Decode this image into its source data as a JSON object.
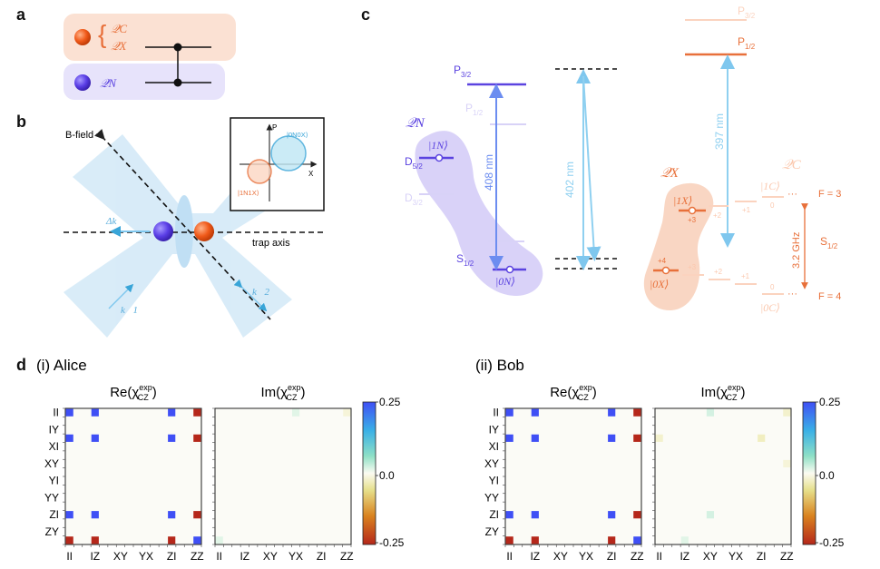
{
  "panels": {
    "a": "a",
    "b": "b",
    "c": "c",
    "d": "d"
  },
  "panel_a": {
    "qubit_c": "𝒬C",
    "qubit_x": "𝒬X",
    "qubit_n": "𝒬N"
  },
  "panel_b": {
    "bfield": "B-field",
    "trap_axis": "trap axis",
    "delta_k": "Δk⃗",
    "k1": "k⃗1",
    "k2": "k⃗2",
    "inset_p": "P",
    "inset_x": "X",
    "inset_state_top": "|0N0X⟩",
    "inset_state_bottom": "|1N1X⟩"
  },
  "panel_c": {
    "qn_label": "𝒬N",
    "qx_label": "𝒬X",
    "qc_label": "𝒬C",
    "P32": "P",
    "P32_sub": "3/2",
    "P12_left": "P",
    "P12_left_sub": "1/2",
    "D52": "D",
    "D52_sub": "5/2",
    "D32": "D",
    "D32_sub": "3/2",
    "S12_left": "S",
    "S12_left_sub": "1/2",
    "ket_1N": "|1N⟩",
    "ket_0N": "|0N⟩",
    "ket_1X": "|1X⟩",
    "ket_0X": "|0X⟩",
    "ket_1C": "|1C⟩",
    "ket_0C": "|0C⟩",
    "nm408": "408 nm",
    "nm402": "402 nm",
    "nm397": "397 nm",
    "P12_right": "P",
    "P12_right_sub": "1/2",
    "P32_right": "P",
    "P32_right_sub": "3/2",
    "F3": "F = 3",
    "F4": "F = 4",
    "ghz": "3.2 GHz",
    "S12_right": "S",
    "S12_right_sub": "1/2",
    "m_plus3_top": "+3",
    "m_plus2_top": "+2",
    "m_plus1_top": "+1",
    "m_0_top": "0",
    "m_plus4": "+4",
    "m_plus3_bot": "+3",
    "m_plus2_bot": "+2",
    "m_plus1_bot": "+1",
    "m_0_bot": "0",
    "dots": "···"
  },
  "panel_d": {
    "alice_title": "(i) Alice",
    "bob_title": "(ii) Bob",
    "re_title": "Re(χ",
    "im_title": "Im(χ",
    "sup": "exp",
    "sub": "CZ",
    "row_labels": [
      "II",
      "IY",
      "XI",
      "XY",
      "YI",
      "YY",
      "ZI",
      "ZY"
    ],
    "col_labels": [
      "II",
      "IZ",
      "XY",
      "YX",
      "ZI",
      "ZZ"
    ],
    "colorbar_ticks": [
      "0.25",
      "0.0",
      "-0.25"
    ],
    "colors": {
      "pos": "#3f4ff5",
      "neg": "#b5271a"
    }
  },
  "chart_data": [
    {
      "type": "heatmap",
      "title": "Re(χCZexp)",
      "panel": "(i) Alice",
      "cells": [
        {
          "row": 0,
          "col": 0,
          "value": 0.25
        },
        {
          "row": 0,
          "col": 3,
          "value": 0.25
        },
        {
          "row": 0,
          "col": 12,
          "value": 0.25
        },
        {
          "row": 0,
          "col": 15,
          "value": -0.25
        },
        {
          "row": 3,
          "col": 0,
          "value": 0.25
        },
        {
          "row": 3,
          "col": 3,
          "value": 0.25
        },
        {
          "row": 3,
          "col": 12,
          "value": 0.25
        },
        {
          "row": 3,
          "col": 15,
          "value": -0.25
        },
        {
          "row": 12,
          "col": 0,
          "value": 0.25
        },
        {
          "row": 12,
          "col": 3,
          "value": 0.25
        },
        {
          "row": 12,
          "col": 12,
          "value": 0.25
        },
        {
          "row": 12,
          "col": 15,
          "value": -0.25
        },
        {
          "row": 15,
          "col": 0,
          "value": -0.25
        },
        {
          "row": 15,
          "col": 3,
          "value": -0.25
        },
        {
          "row": 15,
          "col": 12,
          "value": -0.25
        },
        {
          "row": 15,
          "col": 15,
          "value": 0.25
        }
      ],
      "zlim": [
        -0.25,
        0.25
      ]
    },
    {
      "type": "heatmap",
      "title": "Im(χCZexp)",
      "panel": "(i) Alice",
      "cells": [
        {
          "row": 0,
          "col": 9,
          "value": 0.02
        },
        {
          "row": 0,
          "col": 15,
          "value": -0.02
        },
        {
          "row": 15,
          "col": 0,
          "value": 0.02
        }
      ],
      "zlim": [
        -0.25,
        0.25
      ]
    },
    {
      "type": "heatmap",
      "title": "Re(χCZexp)",
      "panel": "(ii) Bob",
      "cells": [
        {
          "row": 0,
          "col": 0,
          "value": 0.25
        },
        {
          "row": 0,
          "col": 3,
          "value": 0.25
        },
        {
          "row": 0,
          "col": 12,
          "value": 0.25
        },
        {
          "row": 0,
          "col": 15,
          "value": -0.25
        },
        {
          "row": 3,
          "col": 0,
          "value": 0.25
        },
        {
          "row": 3,
          "col": 3,
          "value": 0.25
        },
        {
          "row": 3,
          "col": 12,
          "value": 0.25
        },
        {
          "row": 3,
          "col": 15,
          "value": -0.25
        },
        {
          "row": 12,
          "col": 0,
          "value": 0.25
        },
        {
          "row": 12,
          "col": 3,
          "value": 0.25
        },
        {
          "row": 12,
          "col": 12,
          "value": 0.25
        },
        {
          "row": 12,
          "col": 15,
          "value": -0.25
        },
        {
          "row": 15,
          "col": 0,
          "value": -0.25
        },
        {
          "row": 15,
          "col": 3,
          "value": -0.25
        },
        {
          "row": 15,
          "col": 12,
          "value": -0.25
        },
        {
          "row": 15,
          "col": 15,
          "value": 0.25
        }
      ],
      "zlim": [
        -0.25,
        0.25
      ]
    },
    {
      "type": "heatmap",
      "title": "Im(χCZexp)",
      "panel": "(ii) Bob",
      "cells": [
        {
          "row": 0,
          "col": 6,
          "value": 0.03
        },
        {
          "row": 0,
          "col": 15,
          "value": -0.03
        },
        {
          "row": 3,
          "col": 0,
          "value": -0.03
        },
        {
          "row": 3,
          "col": 12,
          "value": -0.04
        },
        {
          "row": 6,
          "col": 15,
          "value": -0.02
        },
        {
          "row": 12,
          "col": 6,
          "value": 0.03
        },
        {
          "row": 15,
          "col": 3,
          "value": 0.02
        }
      ],
      "zlim": [
        -0.25,
        0.25
      ]
    }
  ]
}
